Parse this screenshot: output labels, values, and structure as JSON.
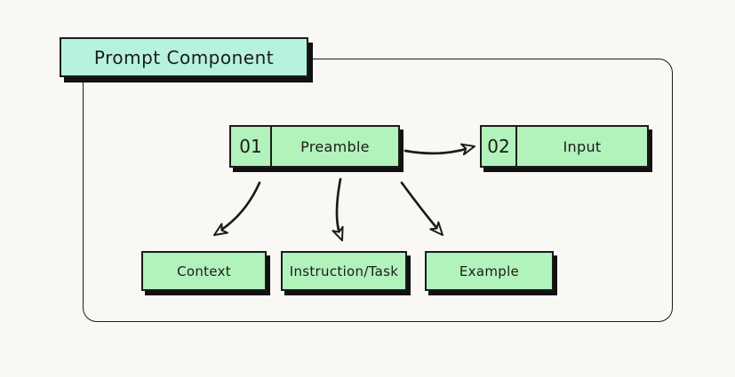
{
  "diagram": {
    "title": "Prompt Component",
    "colors": {
      "background": "#faf8f4",
      "title_fill": "#b6f2de",
      "node_fill": "#b2f2bb",
      "stroke": "#1b1b1b",
      "shadow": "#111111"
    },
    "nodes": {
      "preamble": {
        "number": "01",
        "label": "Preamble"
      },
      "input": {
        "number": "02",
        "label": "Input"
      },
      "context": {
        "label": "Context"
      },
      "instruction_task": {
        "label": "Instruction/Task"
      },
      "example": {
        "label": "Example"
      }
    },
    "edges": [
      {
        "from": "preamble",
        "to": "input"
      },
      {
        "from": "preamble",
        "to": "context"
      },
      {
        "from": "preamble",
        "to": "instruction_task"
      },
      {
        "from": "preamble",
        "to": "example"
      }
    ]
  }
}
